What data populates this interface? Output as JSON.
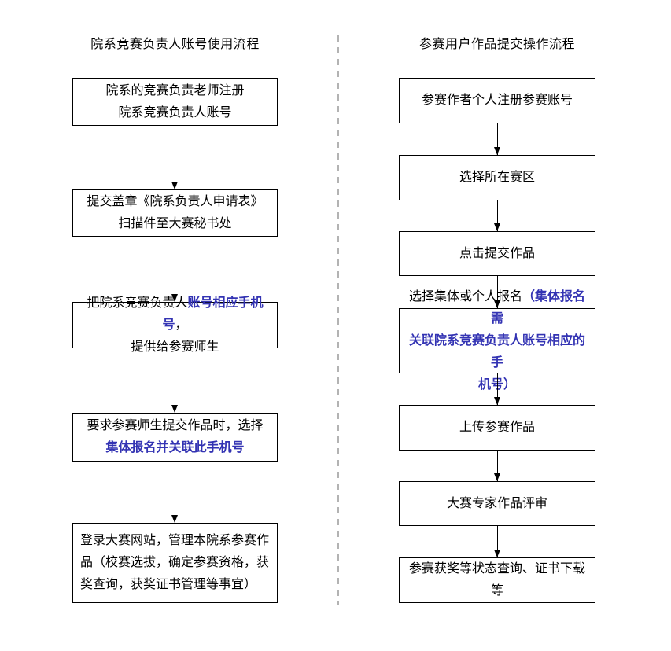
{
  "accent_color": "#3333b3",
  "left_flow": {
    "title": "院系竞赛负责人账号使用流程",
    "steps": [
      {
        "lines": [
          [
            {
              "t": "院系的竞赛负责老师注册"
            }
          ],
          [
            {
              "t": "院系竞赛负责人账号"
            }
          ]
        ]
      },
      {
        "lines": [
          [
            {
              "t": "提交盖章《院系负责人申请表》"
            }
          ],
          [
            {
              "t": "扫描件至大赛秘书处"
            }
          ]
        ]
      },
      {
        "lines": [
          [
            {
              "t": "把院系竞赛负责人"
            },
            {
              "t": "账号相应手机号",
              "accent": true
            },
            {
              "t": "，"
            }
          ],
          [
            {
              "t": "提供给参赛师生"
            }
          ]
        ]
      },
      {
        "lines": [
          [
            {
              "t": "要求参赛师生提交作品时，选择"
            }
          ],
          [
            {
              "t": "集体报名并关联此手机号",
              "accent": true
            }
          ]
        ]
      },
      {
        "lines": [
          [
            {
              "t": "登录大赛网站，管理本院系参赛作"
            }
          ],
          [
            {
              "t": "品（校赛选拔，确定参赛资格，获"
            }
          ],
          [
            {
              "t": "奖查询，获奖证书管理等事宜）"
            }
          ]
        ]
      }
    ]
  },
  "right_flow": {
    "title": "参赛用户作品提交操作流程",
    "steps": [
      {
        "lines": [
          [
            {
              "t": "参赛作者个人注册参赛账号"
            }
          ]
        ]
      },
      {
        "lines": [
          [
            {
              "t": "选择所在赛区"
            }
          ]
        ]
      },
      {
        "lines": [
          [
            {
              "t": "点击提交作品"
            }
          ]
        ]
      },
      {
        "lines": [
          [
            {
              "t": "选择集体或个人报名"
            },
            {
              "t": "（集体报名需",
              "accent": true
            }
          ],
          [
            {
              "t": "关联院系竞赛负责人账号相应的手",
              "accent": true
            }
          ],
          [
            {
              "t": "机号）",
              "accent": true
            }
          ]
        ]
      },
      {
        "lines": [
          [
            {
              "t": "上传参赛作品"
            }
          ]
        ]
      },
      {
        "lines": [
          [
            {
              "t": "大赛专家作品评审"
            }
          ]
        ]
      },
      {
        "lines": [
          [
            {
              "t": "参赛获奖等状态查询、证书下载等"
            }
          ]
        ]
      }
    ]
  }
}
